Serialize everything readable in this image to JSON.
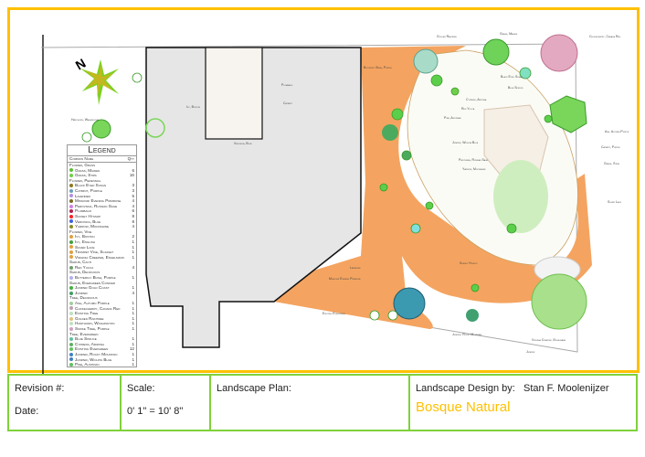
{
  "legend": {
    "title": "Legend",
    "col_name": "Common Name",
    "col_qty": "Qty",
    "rows": [
      {
        "name": "Flower, Grass",
        "qty": "",
        "cat": true
      },
      {
        "name": "Grass, Maiden",
        "qty": "6",
        "color": "#5cbf3a"
      },
      {
        "name": "Grass, Stipa",
        "qty": "16",
        "color": "#6fcf4a"
      },
      {
        "name": "Flower, Perennial",
        "qty": "",
        "cat": true
      },
      {
        "name": "Black Eyed Susan",
        "qty": "3",
        "color": "#8a7a20"
      },
      {
        "name": "Catmint, Purple",
        "qty": "3",
        "color": "#6aa0c0"
      },
      {
        "name": "Lavender",
        "qty": "5",
        "color": "#b090e0"
      },
      {
        "name": "Missouri Evening Primrose",
        "qty": "4",
        "color": "#7a6a20"
      },
      {
        "name": "Perovskia, Russian Sage",
        "qty": "4",
        "color": "#d080e0"
      },
      {
        "name": "Plumbago",
        "qty": "6",
        "color": "#b02050"
      },
      {
        "name": "Sunset Hyssop",
        "qty": "8",
        "color": "#ff2020"
      },
      {
        "name": "Veronica, Blue",
        "qty": "8",
        "color": "#4060e0"
      },
      {
        "name": "Yarrow, Moonshine",
        "qty": "4",
        "color": "#8a8a20"
      },
      {
        "name": "Flower, Vine",
        "qty": "",
        "cat": true
      },
      {
        "name": "Ivy, Boston",
        "qty": "2",
        "color": "#e0a040"
      },
      {
        "name": "Ivy, English",
        "qty": "1",
        "color": "#40a040"
      },
      {
        "name": "Silver Lace",
        "qty": "1",
        "color": "#e0a040"
      },
      {
        "name": "Trumpet Vine, Scarlet",
        "qty": "1",
        "color": "#e0a040"
      },
      {
        "name": "Virginia Creeper, Engelmann",
        "qty": "1",
        "color": "#e0a040"
      },
      {
        "name": "Shrub, Cacti",
        "qty": "",
        "cat": true
      },
      {
        "name": "Red Yucca",
        "qty": "4",
        "color": "#70a070"
      },
      {
        "name": "Shrub, Deciduous",
        "qty": "",
        "cat": true
      },
      {
        "name": "Butterfly Bush, Purple",
        "qty": "1",
        "color": "#b0b0f0"
      },
      {
        "name": "Shrub, Evergreen Conifer",
        "qty": "",
        "cat": true
      },
      {
        "name": "Juniper Gold Coast",
        "qty": "1",
        "color": "#40b040"
      },
      {
        "name": "Juniper",
        "qty": "4",
        "color": "#40a060"
      },
      {
        "name": "Tree, Deciduous",
        "qty": "",
        "cat": true
      },
      {
        "name": "Ash, Autumn Purple",
        "qty": "1",
        "color": "#a0d0a0"
      },
      {
        "name": "Chokecherry, Canada Red",
        "qty": "1",
        "color": "#c0a0b0"
      },
      {
        "name": "Existing Tree",
        "qty": "1",
        "color": "#c0e0c0"
      },
      {
        "name": "Golden Raintree",
        "qty": "1",
        "color": "#e0c080"
      },
      {
        "name": "Hawthorn, Washington",
        "qty": "1",
        "color": "#c0e0c0"
      },
      {
        "name": "Smoke Tree, Purple",
        "qty": "1",
        "color": "#d0a0c0"
      },
      {
        "name": "Tree, Evergreen",
        "qty": "",
        "cat": true
      },
      {
        "name": "Blue Spruce",
        "qty": "1",
        "color": "#60c0a0"
      },
      {
        "name": "Cypress, Arizona",
        "qty": "1",
        "color": "#60b060"
      },
      {
        "name": "Existing Evergreen",
        "qty": "12",
        "color": "#60c060"
      },
      {
        "name": "Juniper, Rocky Mountain",
        "qty": "1",
        "color": "#4080c0"
      },
      {
        "name": "Juniper, Wichita Blue",
        "qty": "1",
        "color": "#4080c0"
      },
      {
        "name": "Pine, Austrian",
        "qty": "1",
        "color": "#60c060"
      }
    ]
  },
  "plan_labels": {
    "north": "N",
    "boston_ivy": "Ivy, Boston",
    "plumbago": "Plumbago",
    "catmint": "Catmint",
    "veronica": "Veronica, Blue",
    "hawthorn": "Hawthorn, Washington",
    "butterfly": "Butterfly Bush, Purple",
    "golden_raintree": "Golden Raintree",
    "grass_maiden": "Grass, Maiden",
    "chokecherry": "Chokecherry, Canada Red",
    "black_eyed": "Black Eyed Susan",
    "blue_spruce": "Blue Spruce",
    "cypress": "Cypress, Arizona",
    "red_yucca": "Red Yucca",
    "pine": "Pine, Austrian",
    "juniper_wichita": "Juniper, Wichita Blue",
    "perovskia": "Perovskia, Russian Sage",
    "yarrow": "Yarrow, Moonshine",
    "ash": "Ash, Autumn Purple",
    "catmint_purple": "Catmint, Purple",
    "grass_stipa": "Grass, Stipa",
    "silver_lace": "Silver Lace",
    "sunset_hyssop": "Sunset Hyssop",
    "lavender": "Lavender",
    "primrose": "Missouri Evening Primrose",
    "existing_evergreen": "Existing Evergreen",
    "juniper_rocky": "Juniper, Rocky Mountain",
    "virginia_creeper": "Virginia Creeper, Engelmann",
    "juniper": "Juniper"
  },
  "title_block": {
    "revision_label": "Revision #:",
    "date_label": "Date:",
    "scale_label": "Scale:",
    "scale_value": "0' 1\" = 10' 8\"",
    "plan_label": "Landscape Plan:",
    "designer_label": "Landscape Design by:",
    "designer_name": "Stan F. Moolenijzer",
    "company": "Bosque Natural"
  },
  "colors": {
    "frame": "#FFC000",
    "titleblock": "#7FD13B",
    "mulch": "#F4A460",
    "house": "#E6E6E6"
  }
}
